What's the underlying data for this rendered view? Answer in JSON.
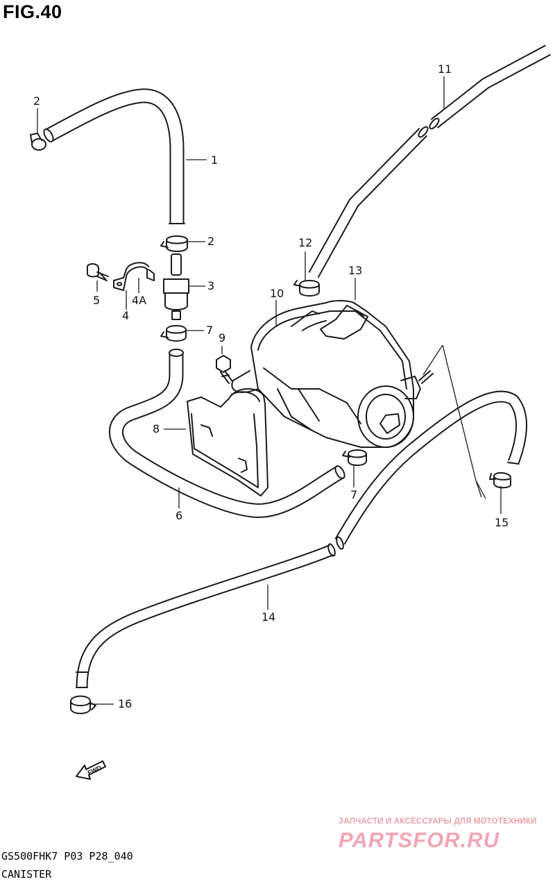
{
  "figure_title": "FIG.40",
  "callouts": {
    "c1": "1",
    "c2a": "2",
    "c2b": "2",
    "c3": "3",
    "c4": "4",
    "c4a": "4A",
    "c5": "5",
    "c6": "6",
    "c7a": "7",
    "c7b": "7",
    "c8": "8",
    "c9": "9",
    "c10": "10",
    "c11": "11",
    "c12": "12",
    "c13": "13",
    "c14": "14",
    "c15": "15",
    "c16": "16"
  },
  "fwd_label": "FWD",
  "watermark": {
    "tagline": "ЗАПЧАСТИ И АКСЕССУАРЫ ДЛЯ МОТОТЕХНИКИ",
    "logo": "PARTSFOR.RU"
  },
  "footer": {
    "code": "GS500FHK7 P03 P28_040",
    "name": "CANISTER"
  }
}
